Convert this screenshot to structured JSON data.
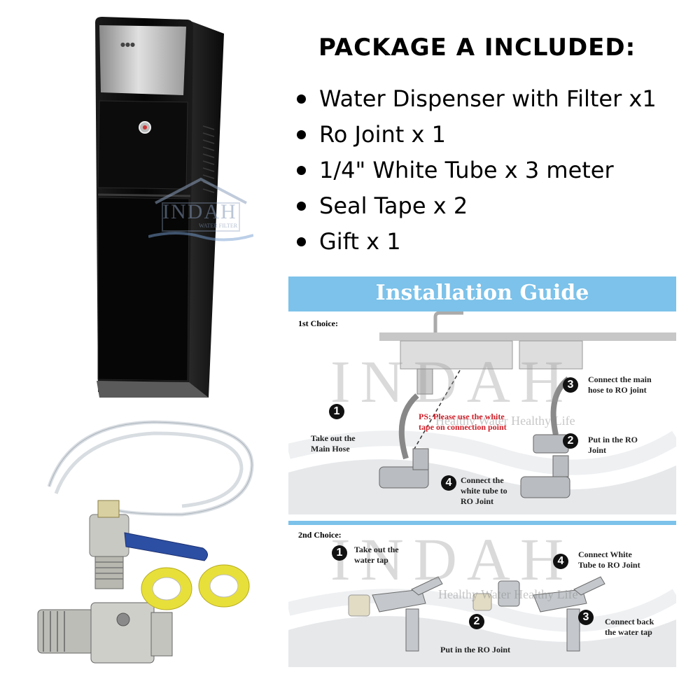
{
  "package": {
    "title": "PACKAGE A INCLUDED:",
    "items": [
      "Water Dispenser with Filter x1",
      "Ro Joint x 1",
      "1/4\" White Tube x 3 meter",
      "Seal Tape x 2",
      "Gift x 1"
    ]
  },
  "guide": {
    "title": "Installation Guide",
    "watermark": "INDAH",
    "watermark_tagline": "Healthy Water Healthy Life",
    "first_choice": {
      "label": "1st Choice:",
      "note": "PS: Please use the white\ntape on connection point",
      "steps": [
        {
          "num": "1",
          "text": "Take out the\nMain Hose"
        },
        {
          "num": "2",
          "text": "Put in the RO\nJoint"
        },
        {
          "num": "3",
          "text": "Connect the main\nhose to RO joint"
        },
        {
          "num": "4",
          "text": "Connect the\nwhite tube to\nRO Joint"
        }
      ]
    },
    "second_choice": {
      "label": "2nd Choice:",
      "steps": [
        {
          "num": "1",
          "text": "Take out the\nwater tap"
        },
        {
          "num": "2",
          "text": "Put in the RO Joint"
        },
        {
          "num": "3",
          "text": "Connect back\nthe water tap"
        },
        {
          "num": "4",
          "text": "Connect White\nTube to RO Joint"
        }
      ]
    }
  },
  "dispenser_logo": "INDAH",
  "dispenser_logo_tagline": "WATER FILTER",
  "colors": {
    "guide_blue": "#7cc2ea",
    "note_red": "#d0202a",
    "valve_blue": "#2c4fa3",
    "tape_yellow": "#e8e03a"
  }
}
